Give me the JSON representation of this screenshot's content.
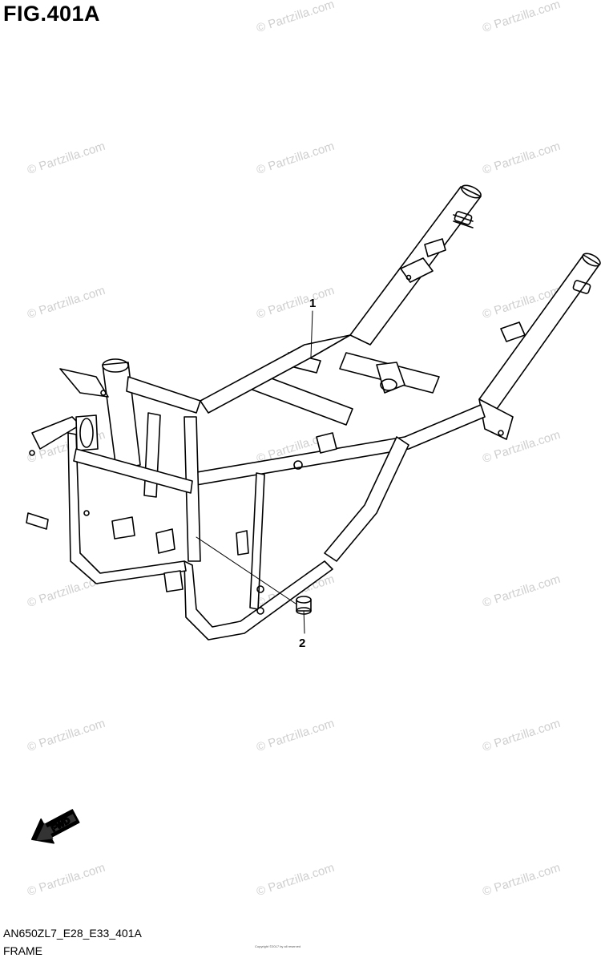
{
  "figure": {
    "title": "FIG.401A",
    "code": "AN650ZL7_E28_E33_401A",
    "name": "FRAME"
  },
  "callouts": [
    {
      "number": "1"
    },
    {
      "number": "2"
    }
  ],
  "direction_indicator": {
    "label": "FWD",
    "icon": "forward-arrow-icon"
  },
  "watermark": {
    "text": "© Partzilla.com"
  },
  "copyright_note": "Copyright ©2017 by all reserved"
}
